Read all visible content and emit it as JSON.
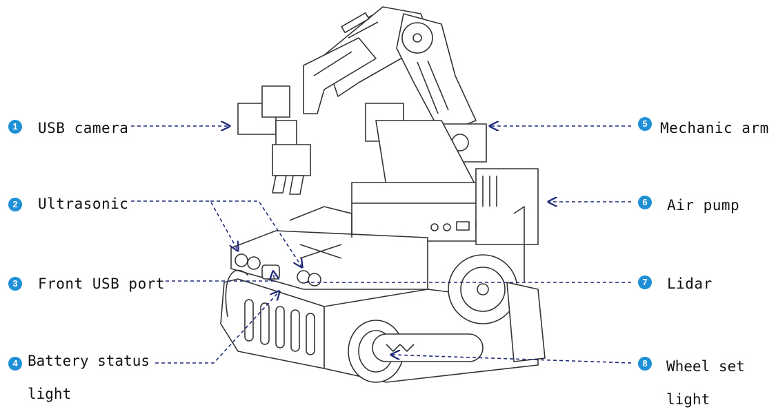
{
  "badge_color": "#1f8fd6",
  "leader_color": "#1f2a78",
  "callouts": [
    {
      "number": "1",
      "label": "USB camera"
    },
    {
      "number": "2",
      "label": "Ultrasonic"
    },
    {
      "number": "3",
      "label": "Front USB port"
    },
    {
      "number": "4",
      "label": "Battery status\nlight"
    },
    {
      "number": "5",
      "label": "Mechanic arm"
    },
    {
      "number": "6",
      "label": "Air pump"
    },
    {
      "number": "7",
      "label": "Lidar"
    },
    {
      "number": "8",
      "label": "Wheel set\nlight"
    }
  ]
}
